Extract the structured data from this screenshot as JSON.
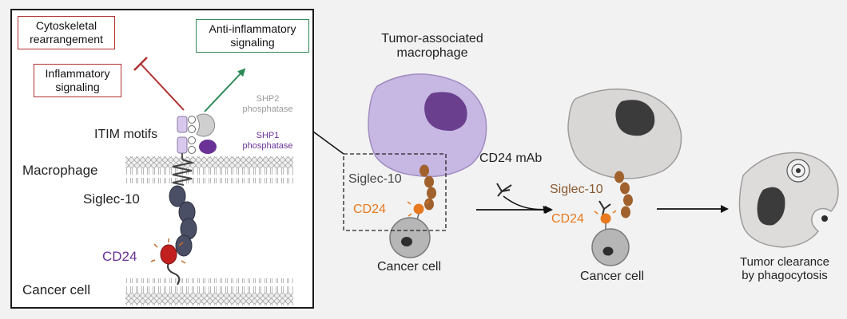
{
  "left_panel": {
    "cytoskeletal_box": [
      "Cytoskeletal",
      "rearrangement"
    ],
    "inflammatory_box": [
      "Inflammatory",
      "signaling"
    ],
    "anti_inflammatory_box": [
      "Anti-inflammatory",
      "signaling"
    ],
    "shp2_label": [
      "SHP2",
      "phosphatase"
    ],
    "shp1_label": [
      "SHP1",
      "phosphatase"
    ],
    "itim_label": "ITIM motifs",
    "macrophage_label": "Macrophage",
    "siglec_label": "Siglec-10",
    "cd24_label": "CD24",
    "cancer_cell_label": "Cancer cell"
  },
  "middle_panel": {
    "title": [
      "Tumor-associated",
      "macrophage"
    ],
    "siglec_label": "Siglec-10",
    "cd24_label": "CD24",
    "cancer_cell_label": "Cancer cell"
  },
  "antibody_label": "CD24 mAb",
  "right_panel": {
    "siglec_label": "Siglec-10",
    "cd24_label": "CD24",
    "cancer_cell_label": "Cancer cell"
  },
  "outcome_label": [
    "Tumor clearance",
    "by phagocytosis"
  ],
  "colors": {
    "macrophage_purple": "#c7b7e3",
    "nucleus_purple": "#6a3f8e",
    "inhibit_red": "#b03030",
    "activate_green": "#2e8b57",
    "cd24_orange": "#e8791f",
    "siglec_brown": "#a0612c",
    "shp1_purple": "#6a3296",
    "inactive_grey": "#d9d6d6"
  }
}
